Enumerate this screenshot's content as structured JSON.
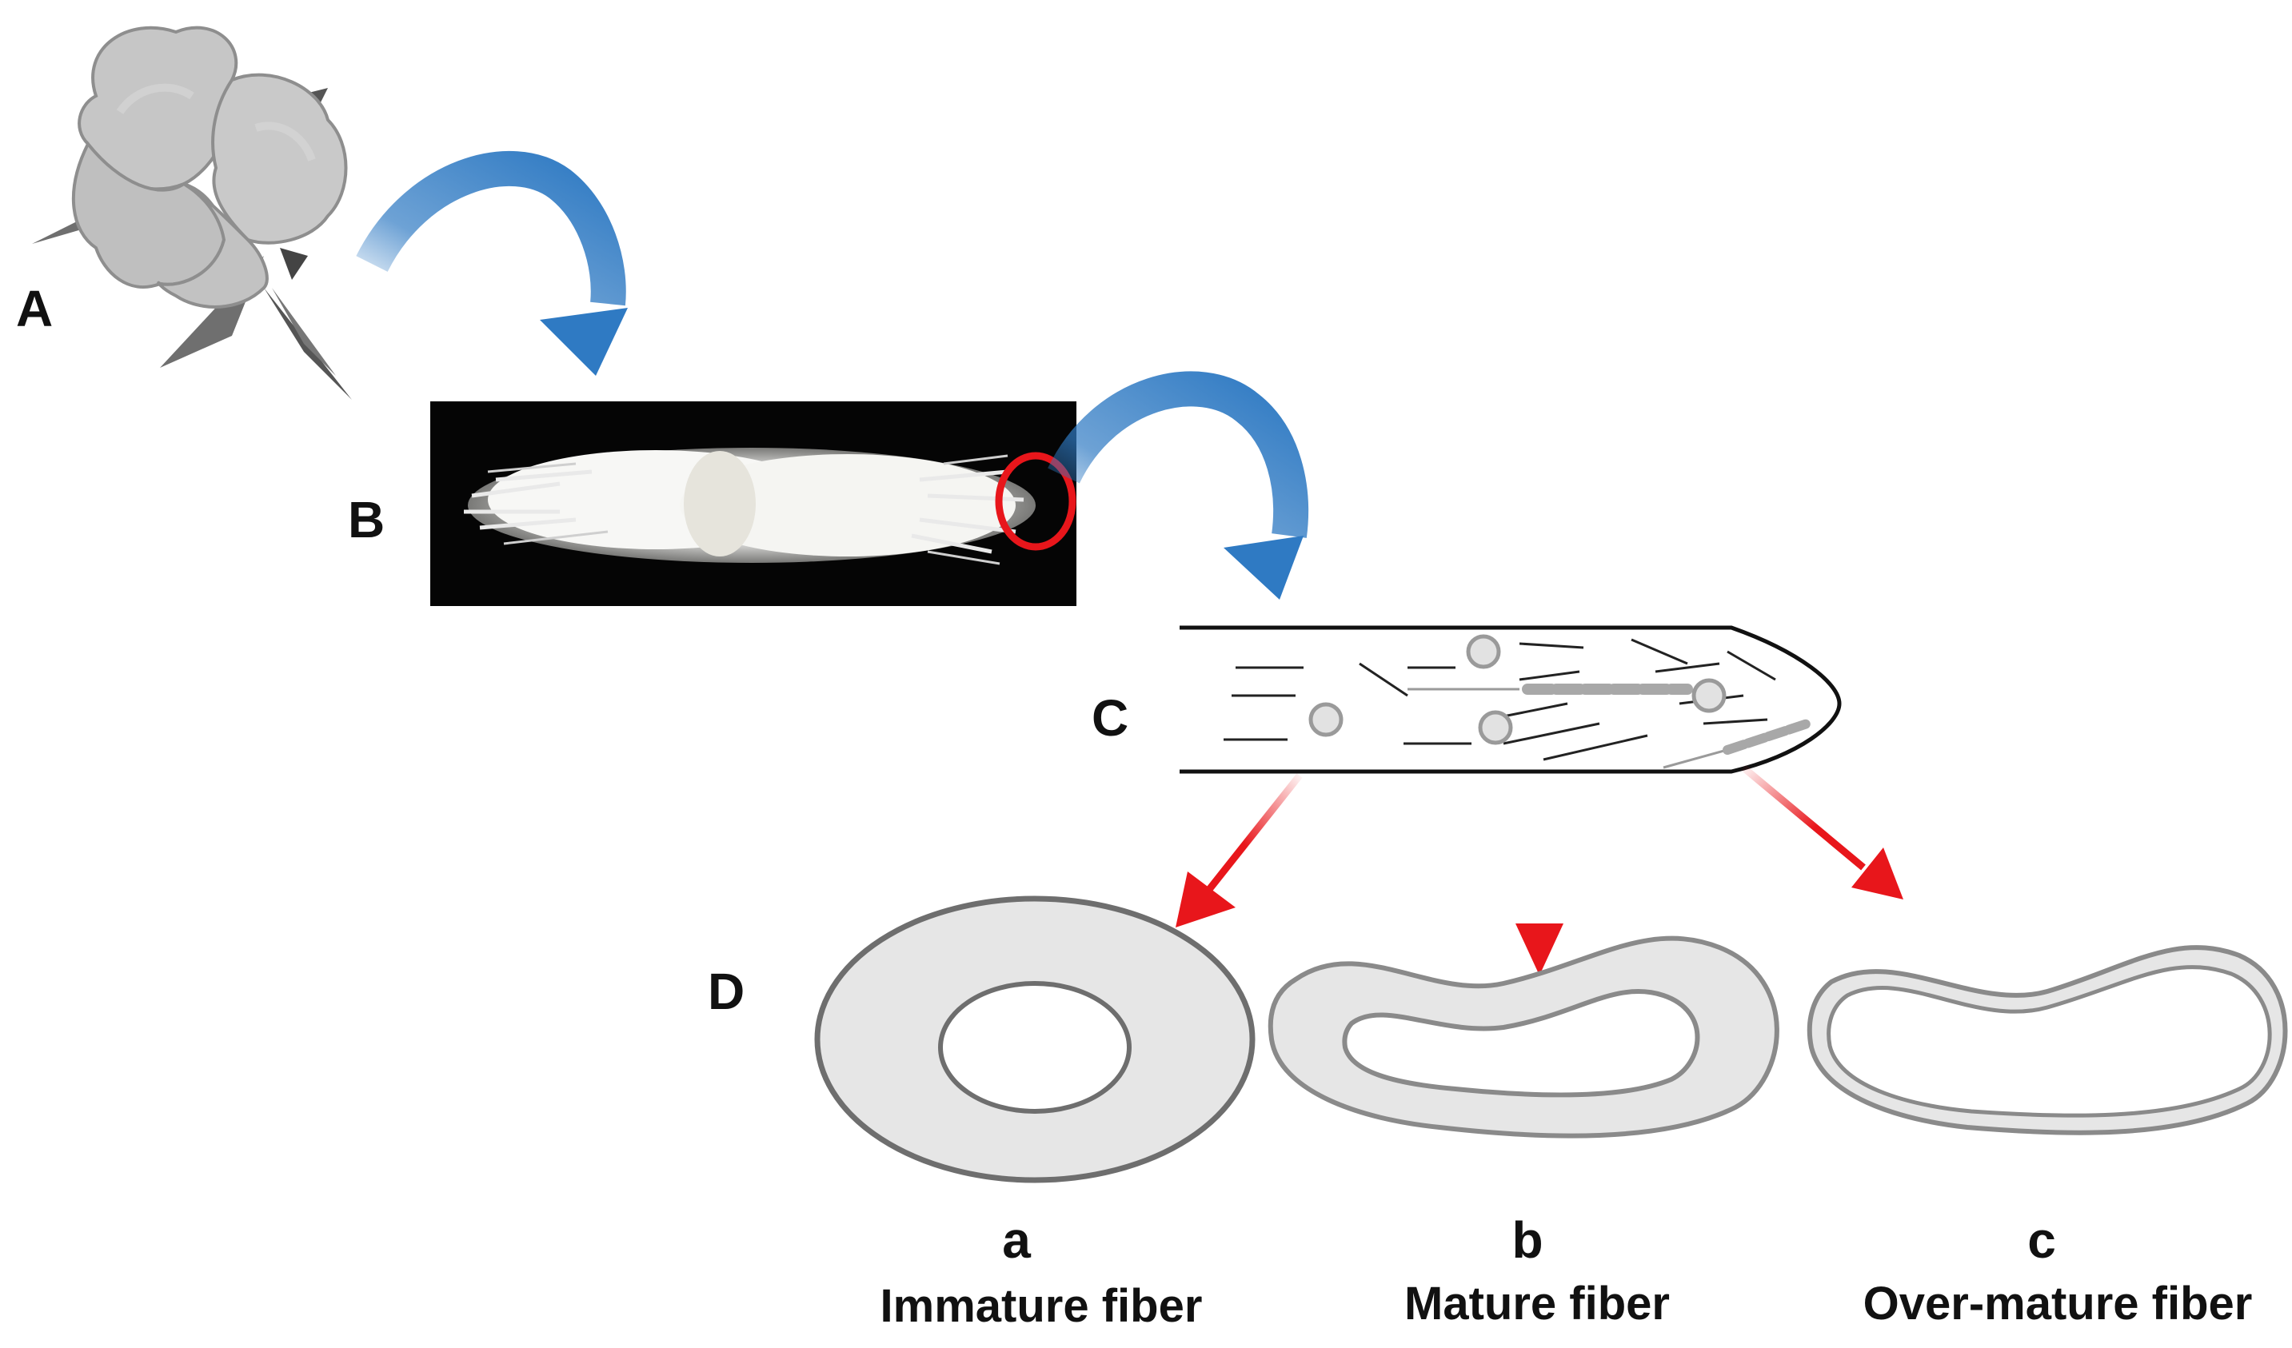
{
  "panels": {
    "A": "A",
    "B": "B",
    "C": "C",
    "D": "D"
  },
  "fibers": [
    {
      "letter": "a",
      "caption": "Immature fiber"
    },
    {
      "letter": "b",
      "caption": "Mature fiber"
    },
    {
      "letter": "c",
      "caption": "Over-mature fiber"
    }
  ],
  "colors": {
    "blue_arrow": "#2f7ac3",
    "red_arrow": "#e8161b",
    "cross_section_fill": "#e6e6e6",
    "cross_section_stroke": "#6e6e6e",
    "cotton_boll": "#c4c4c4",
    "photo_background": "#000000",
    "highlight_circle": "#e8161b"
  },
  "icons": [
    "cotton-boll-icon",
    "curved-arrow-icon",
    "fiber-tip-icon"
  ]
}
